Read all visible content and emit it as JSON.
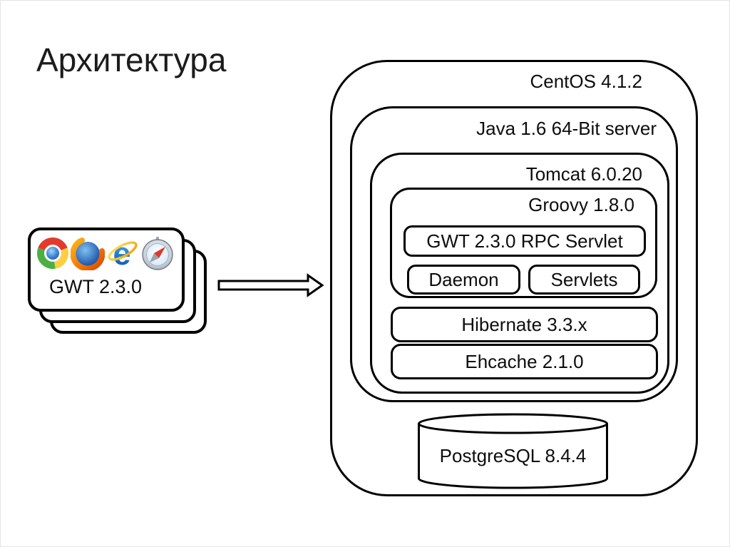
{
  "title": "Архитектура",
  "client": {
    "label": "GWT 2.3.0",
    "browser_icons": [
      "chrome",
      "firefox",
      "internet-explorer",
      "safari"
    ]
  },
  "architecture": {
    "centos": {
      "label": "CentOS 4.1.2"
    },
    "java": {
      "label": "Java 1.6 64-Bit server"
    },
    "tomcat": {
      "label": "Tomcat 6.0.20"
    },
    "groovy": {
      "label": "Groovy 1.8.0"
    },
    "gwt_rpc_servlet": {
      "label": "GWT 2.3.0 RPC Servlet"
    },
    "daemon": {
      "label": "Daemon"
    },
    "servlets": {
      "label": "Servlets"
    },
    "hibernate": {
      "label": "Hibernate 3.3.x"
    },
    "ehcache": {
      "label": "Ehcache 2.1.0"
    },
    "postgresql": {
      "label": "PostgreSQL 8.4.4"
    }
  },
  "colors": {
    "stroke": "#000000",
    "background": "#ffffff",
    "text": "#0d0d0d"
  }
}
